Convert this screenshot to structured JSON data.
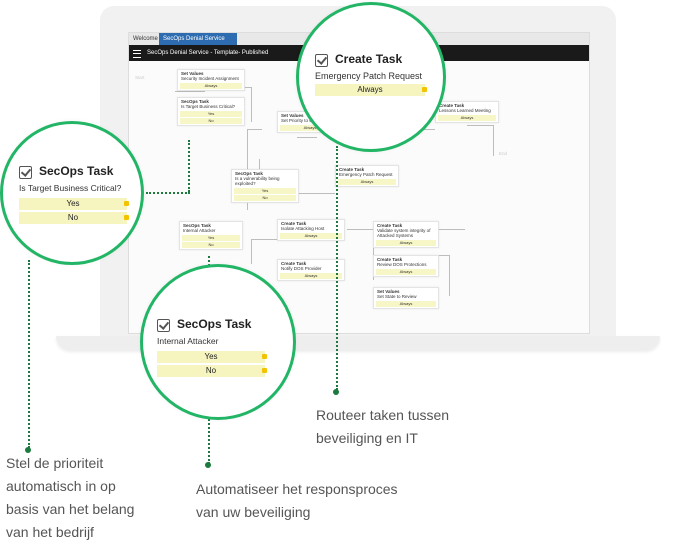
{
  "screen": {
    "tabs": [
      "Welcome",
      "SecOps Denial Service"
    ],
    "app_title": "SecOps Denial Service - Template- Published",
    "ghost_start": "Start",
    "ghost_end": "End",
    "nodes": [
      {
        "title": "Set Values",
        "subtitle": "Security Incident Assignment",
        "rows": [
          "Always"
        ]
      },
      {
        "title": "SecOps Task",
        "subtitle": "Is Target Business Critical?",
        "rows": [
          "Yes",
          "No"
        ]
      },
      {
        "title": "Set Values",
        "subtitle": "Set Priority to Critical",
        "rows": [
          "Always"
        ]
      },
      {
        "title": "Create Task",
        "subtitle": "Lessons Learned Meeting",
        "rows": [
          "Always"
        ]
      },
      {
        "title": "SecOps Task",
        "subtitle": "Is a vulnerability being exploited?",
        "rows": [
          "Yes",
          "No"
        ]
      },
      {
        "title": "Create Task",
        "subtitle": "Emergency Patch Request",
        "rows": [
          "Always"
        ]
      },
      {
        "title": "SecOps Task",
        "subtitle": "Internal Attacker",
        "rows": [
          "Yes",
          "No"
        ]
      },
      {
        "title": "Create Task",
        "subtitle": "Isolate Attacking Host",
        "rows": [
          "Always"
        ]
      },
      {
        "title": "Create Task",
        "subtitle": "Notify DOS Provider",
        "rows": [
          "Always"
        ]
      },
      {
        "title": "Create Task",
        "subtitle": "Validate system integrity of Attacked Systems",
        "rows": [
          "Always"
        ]
      },
      {
        "title": "Create Task",
        "subtitle": "Review DOS Protections",
        "rows": [
          "Always"
        ]
      },
      {
        "title": "Set Values",
        "subtitle": "Set State to Review",
        "rows": [
          "Always"
        ]
      }
    ]
  },
  "callouts": {
    "create_task": {
      "title": "Create Task",
      "subtitle": "Emergency Patch Request",
      "rows": [
        "Always"
      ]
    },
    "business_critical": {
      "title": "SecOps Task",
      "subtitle": "Is Target Business Critical?",
      "rows": [
        "Yes",
        "No"
      ]
    },
    "internal_attacker": {
      "title": "SecOps Task",
      "subtitle": "Internal Attacker",
      "rows": [
        "Yes",
        "No"
      ]
    }
  },
  "captions": {
    "routing": [
      "Routeer taken tussen",
      "beveiliging en IT"
    ],
    "priority": [
      "Stel de prioriteit",
      "automatisch in op",
      "basis van het belang",
      "van het bedrijf"
    ],
    "automate": [
      "Automatiseer het responsproces",
      "van uw beveiliging"
    ]
  },
  "colors": {
    "accent_green": "#23b566",
    "row_yellow": "#f6f5c0",
    "port_yellow": "#f2c400",
    "app_bar": "#1a1a1a",
    "tab_blue": "#2d6cb0"
  }
}
